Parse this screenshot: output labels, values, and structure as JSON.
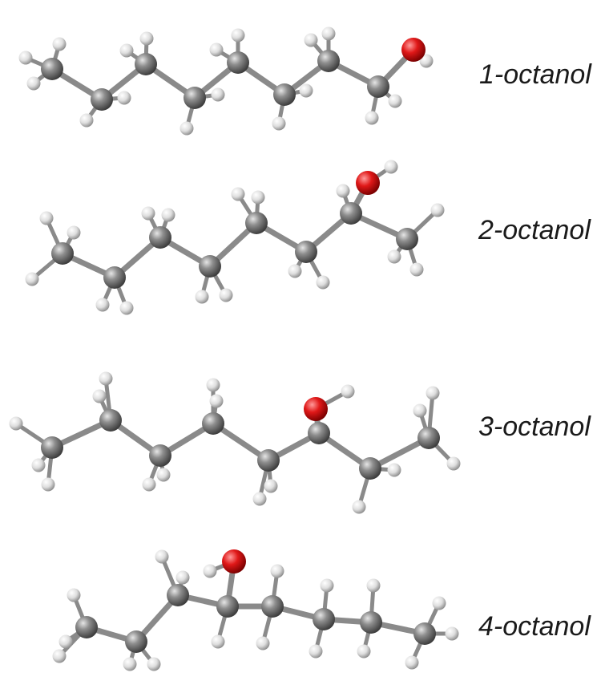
{
  "colors": {
    "carbon": "#7c7c7c",
    "hydrogen": "#dcdcdc",
    "oxygen": "#d41414",
    "bond": "#8a8a8a",
    "label": "#1a1a1a"
  },
  "molecules": [
    {
      "name": "1-octanol"
    },
    {
      "name": "2-octanol"
    },
    {
      "name": "3-octanol"
    },
    {
      "name": "4-octanol"
    }
  ]
}
